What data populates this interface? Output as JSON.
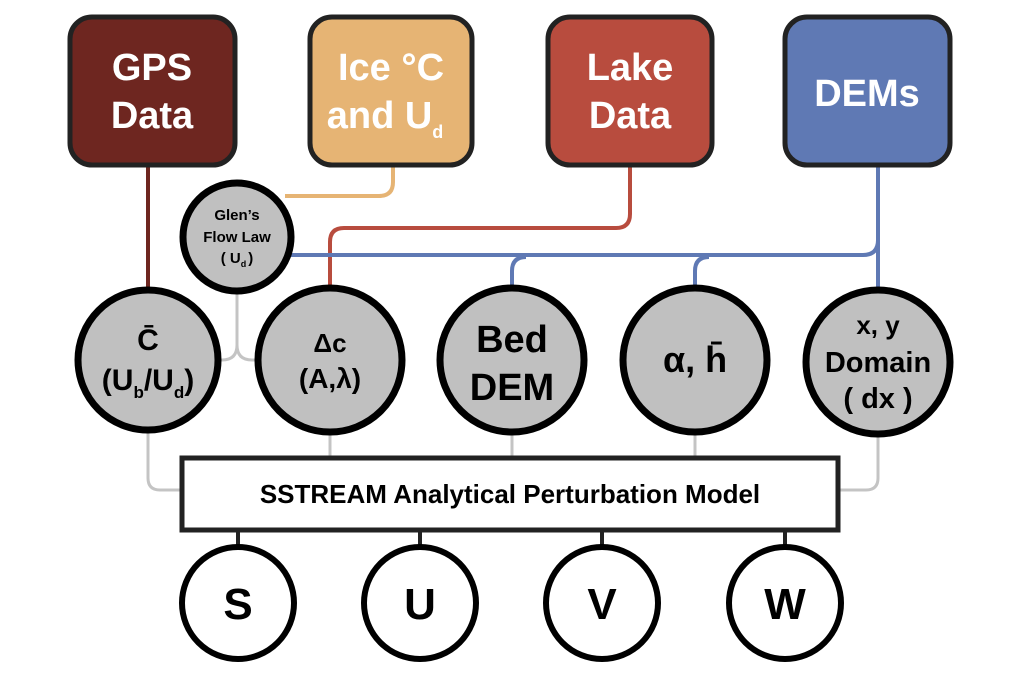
{
  "colors": {
    "gps": "#6e2620",
    "ice": "#e6b474",
    "lake": "#b84c3e",
    "dems": "#5f79b4",
    "node": "#c0c0c0"
  },
  "sources": {
    "gps": {
      "line1": "GPS",
      "line2": "Data"
    },
    "ice": {
      "line1": "Ice °C",
      "line2": "and U",
      "sub": "d"
    },
    "lake": {
      "line1": "Lake",
      "line2": "Data"
    },
    "dems": {
      "line1": "DEMs"
    }
  },
  "glen": {
    "line1": "Glen’s",
    "line2": "Flow Law",
    "line3a": "( U",
    "sub": "d",
    "line3b": ")"
  },
  "params": {
    "c_bar": {
      "line1": "C̄",
      "line2a": "(U",
      "sub1": "b",
      "line2b": "/U",
      "sub2": "d",
      "line2c": ")"
    },
    "delta_c": {
      "line1": "Δc",
      "line2": "(A,λ)"
    },
    "bed": {
      "line1": "Bed",
      "line2": "DEM"
    },
    "alpha_h": {
      "line1": "α, h̄"
    },
    "domain": {
      "line1": "x, y",
      "line2": "Domain",
      "line3": "( dx )"
    }
  },
  "model": {
    "label": "SSTREAM Analytical Perturbation Model"
  },
  "outputs": [
    "S",
    "U",
    "V",
    "W"
  ]
}
